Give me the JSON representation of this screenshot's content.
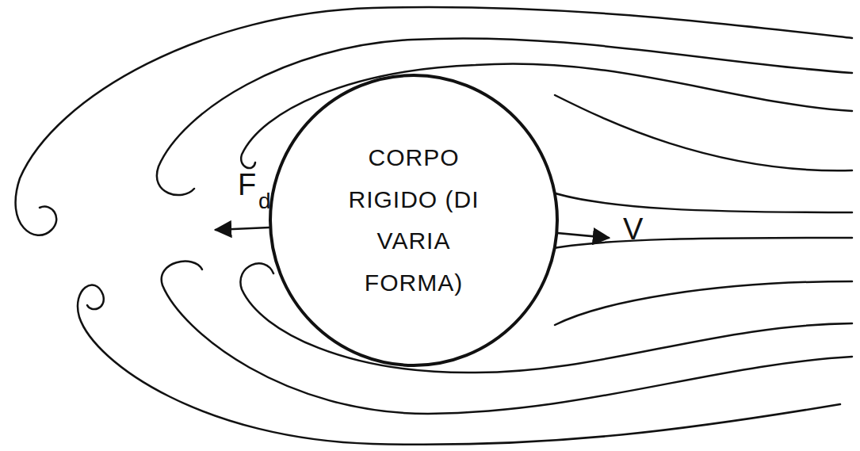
{
  "diagram": {
    "nodes": [
      {
        "text": [
          "CORPO RIGIDO (DI VARIA FORMA)"
        ]
      }
    ],
    "labels": [
      "F",
      "d",
      "V"
    ]
  }
}
